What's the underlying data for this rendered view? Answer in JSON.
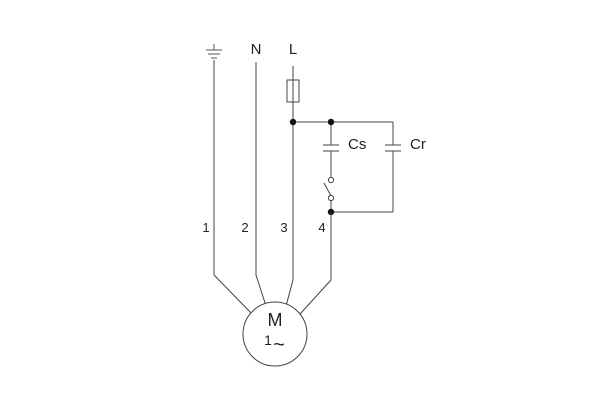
{
  "diagram": {
    "terminal_labels": {
      "earth": "",
      "neutral": "N",
      "line": "L"
    },
    "wire_numbers": [
      "1",
      "2",
      "3",
      "4"
    ],
    "capacitors": {
      "start": "Cs",
      "run": "Cr"
    },
    "motor": {
      "letter": "M",
      "phase": "1",
      "supply_symbol": "~"
    },
    "colors": {
      "line": "#444444",
      "node": "#111111",
      "text": "#222222",
      "background": "#ffffff"
    }
  }
}
